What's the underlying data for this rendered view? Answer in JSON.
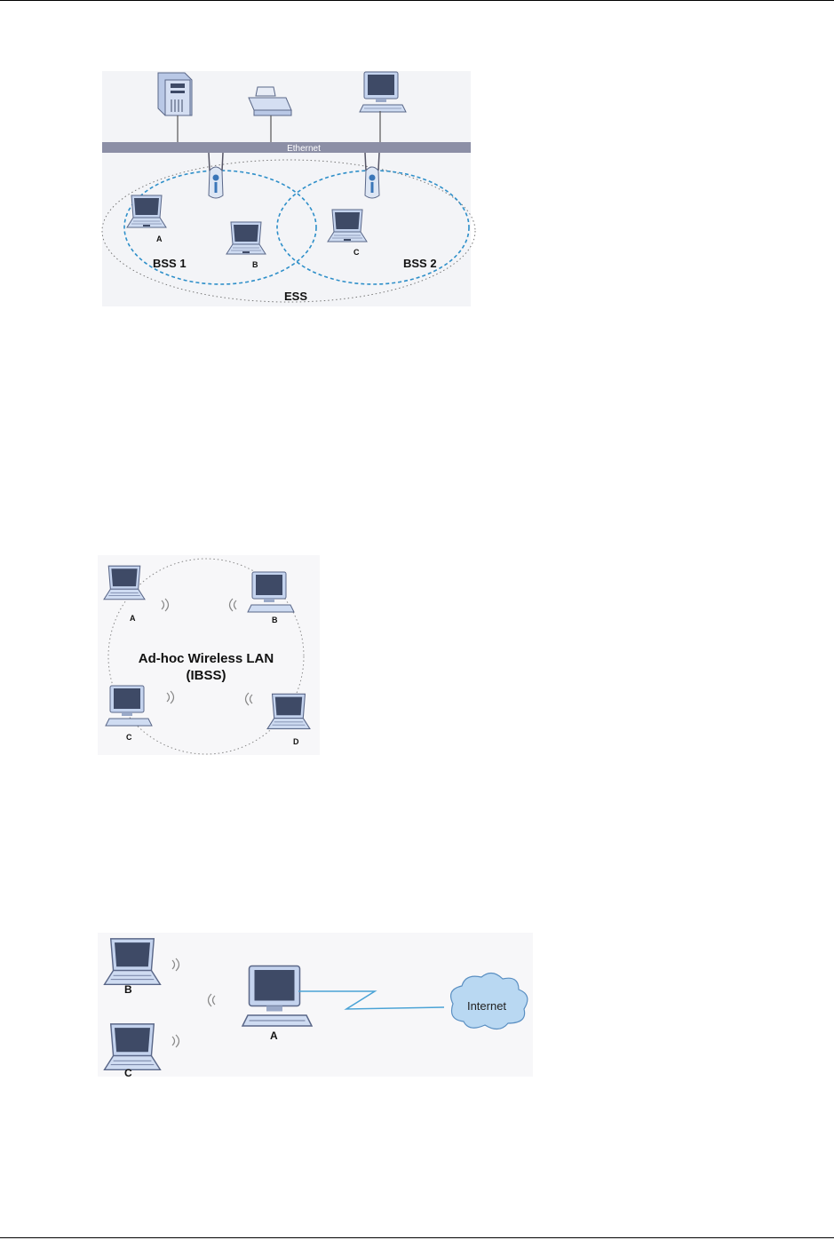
{
  "figure1": {
    "ethernet_label": "Ethernet",
    "bss1_label": "BSS 1",
    "bss2_label": "BSS 2",
    "ess_label": "ESS",
    "laptop_a": "A",
    "laptop_b": "B",
    "laptop_c": "C"
  },
  "figure2": {
    "title_line1": "Ad-hoc Wireless LAN",
    "title_line2": "(IBSS)",
    "node_a": "A",
    "node_b": "B",
    "node_c": "C",
    "node_d": "D"
  },
  "figure3": {
    "node_a": "A",
    "node_b": "B",
    "node_c": "C",
    "internet_label": "Internet"
  },
  "colors": {
    "ethernet_bar": "#8c8fa6",
    "bss_dash": "#2e8fc9",
    "device_screen": "#3e4a66",
    "device_body": "#c4d3ee",
    "cloud": "#b9d8f2",
    "link": "#4aa3d6"
  }
}
